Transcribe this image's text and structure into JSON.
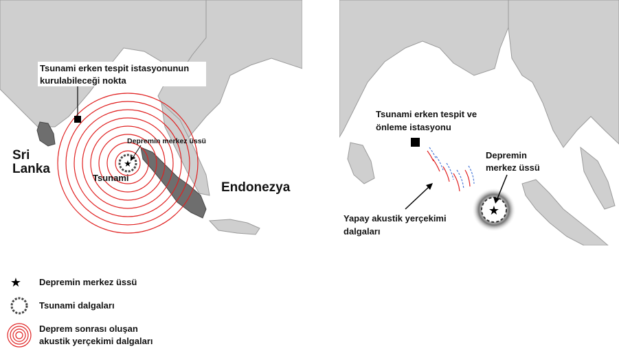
{
  "left_map": {
    "station_label_line1": "Tsunami erken tespit istasyonunun",
    "station_label_line2": "kurulabileceği nokta",
    "sri_label_line1": "Sri",
    "sri_label_line2": "Lanka",
    "epicenter_label": "Depremin merkez üssü",
    "tsunami_label": "Tsunami",
    "indonesia_label": "Endonezya"
  },
  "right_map": {
    "station_label_line1": "Tsunami erken tespit ve",
    "station_label_line2": "önleme istasyonu",
    "epicenter_label_line1": "Depremin",
    "epicenter_label_line2": "merkez üssü",
    "waves_label_line1": "Yapay akustik yerçekimi",
    "waves_label_line2": "dalgaları"
  },
  "legend": {
    "items": [
      {
        "icon": "star-icon",
        "label": "Depremin merkez üssü"
      },
      {
        "icon": "tsunami-ring-icon",
        "label": "Tsunami dalgaları"
      },
      {
        "icon": "concentric-rings-icon",
        "label_line1": "Deprem sonrası oluşan",
        "label_line2": "akustik yerçekimi dalgaları"
      }
    ]
  },
  "colors": {
    "land": "#cfcfcf",
    "land_outline": "#9a9a9a",
    "dark_land": "#6e6e6e",
    "wave_red": "#e02020",
    "wave_blue": "#4a7ad8"
  }
}
